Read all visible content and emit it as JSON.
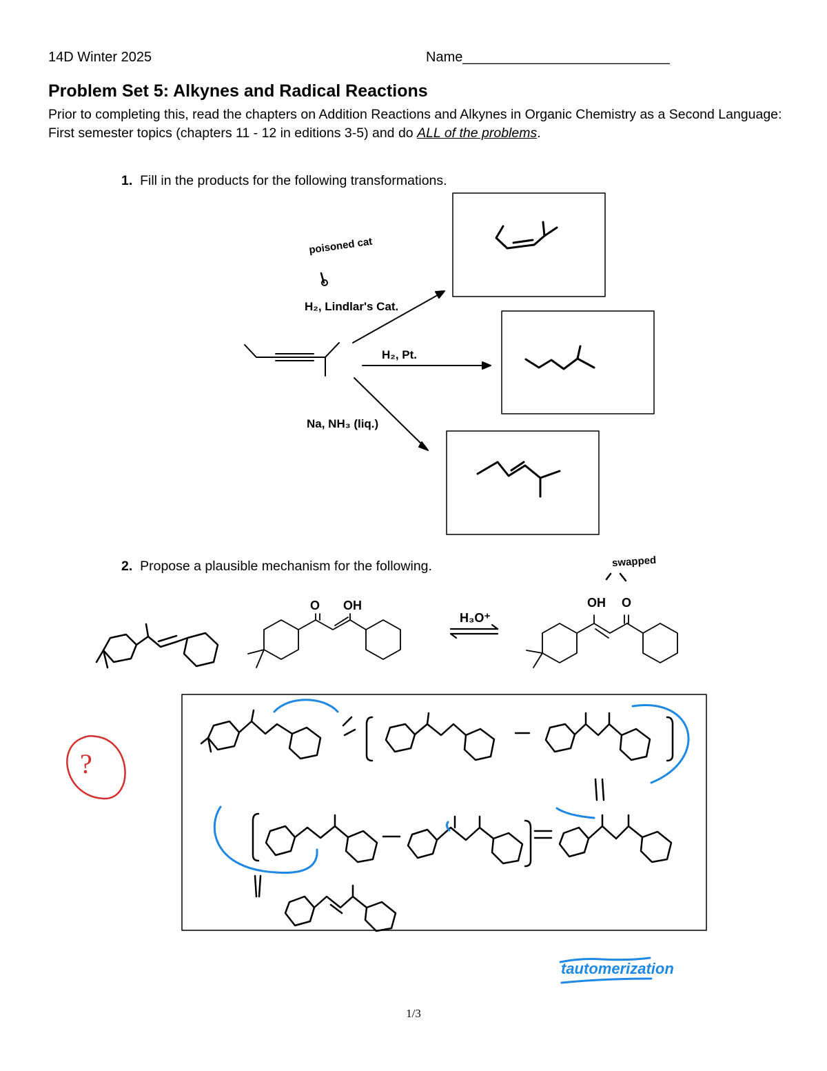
{
  "header": {
    "course": "14D Winter 2025",
    "name_field": "Name___________________________"
  },
  "title": "Problem Set 5: Alkynes and Radical Reactions",
  "intro": {
    "text_before": "Prior to completing this, read the chapters on Addition Reactions and Alkynes in Organic Chemistry as a Second Language: First semester topics (chapters 11 - 12 in editions 3-5) and do ",
    "emphasis": "ALL of the problems",
    "text_after": "."
  },
  "question1": {
    "number": "1.",
    "prompt": "Fill in the products for the following transformations.",
    "reagents": {
      "lindlar": "H₂, Lindlar's Cat.",
      "platinum": "H₂, Pt.",
      "sodium": "Na, NH₃ (liq.)"
    },
    "handwritten_note": "poisoned cat"
  },
  "question2": {
    "number": "2.",
    "prompt": "Propose a plausible mechanism for the following.",
    "reagent": "H₃O⁺",
    "labels": {
      "o": "O",
      "oh": "OH"
    },
    "handwritten_note": "swapped",
    "signature": "tautomerization"
  },
  "grading_mark": "?",
  "footer": {
    "page": "1/3"
  },
  "colors": {
    "ink": "#000000",
    "blue_ink": "#1e88e5",
    "red_ink": "#d32f2f"
  }
}
